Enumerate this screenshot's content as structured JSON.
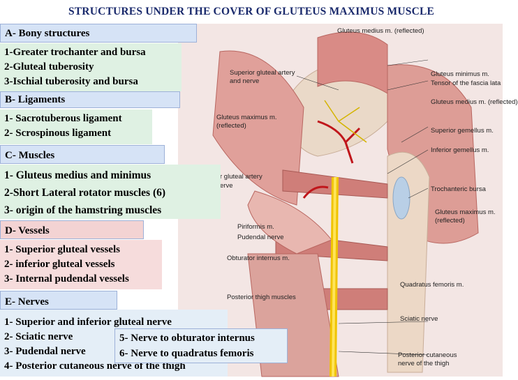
{
  "title": "STRUCTURES UNDER THE COVER OF GLUTEUS MAXIMUS MUSCLE",
  "sections": {
    "a_header": "A- Bony structures",
    "a_items": [
      "1-Greater trochanter and bursa",
      "2-Gluteal tuberosity",
      "3-Ischial tuberosity and bursa"
    ],
    "b_header": "B- Ligaments",
    "b_items": [
      "1- Sacrotuberous ligament",
      "2- Scrospinous ligament"
    ],
    "c_header": "C- Muscles",
    "c_items": [
      "1- Gluteus medius and minimus",
      "2-Short Lateral rotator muscles (6)",
      "3- origin of the hamstring muscles"
    ],
    "d_header": "D- Vessels",
    "d_items": [
      "1- Superior gluteal vessels",
      "2- inferior gluteal vessels",
      "3- Internal pudendal vessels"
    ],
    "e_header": "E- Nerves",
    "e_items": [
      "1- Superior and inferior gluteal nerve",
      "2- Sciatic nerve",
      "5- Nerve to obturator internus",
      "3- Pudendal nerve",
      "6- Nerve to quadratus femoris",
      "4- Posterior cutaneous nerve of the thigh"
    ]
  },
  "figure_labels": {
    "gluteus_medius_reflected": "Gluteus medius m. (reflected)",
    "superior_gluteal_artery": "Superior gluteal artery",
    "and_nerve": "and nerve",
    "gluteus_minimus": "Gluteus minimus m.",
    "tensor_fascia_lata": "Tensor of the fascia lata",
    "gluteus_maximus_reflected_1": "Gluteus maximus m.",
    "gluteus_maximus_reflected_2": "(reflected)",
    "gluteus_medius_reflected_2": "Gluteus medius m. (reflected)",
    "superior_gemellus": "Superior gemellus m.",
    "inferior_gemellus": "Inferior gemellus m.",
    "inferior_gluteal_artery": "r gluteal artery",
    "inferior_nerve": "erve",
    "trochanteric_bursa": "Trochanteric bursa",
    "gluteus_maximus_lower_1": "Gluteus maximus m.",
    "gluteus_maximus_lower_2": "(reflected)",
    "piriformis": "Piriformis m.",
    "pudendal_nerve": "Pudendal nerve",
    "obturator_internus": "Obturator internus m.",
    "quadratus_femoris": "Quadratus femoris m.",
    "posterior_thigh_muscles": "Posterior thigh muscles",
    "sciatic_nerve": "Sciatic nerve",
    "posterior_cutaneous_1": "Posterior cutaneous",
    "posterior_cutaneous_2": "nerve of the thigh"
  }
}
